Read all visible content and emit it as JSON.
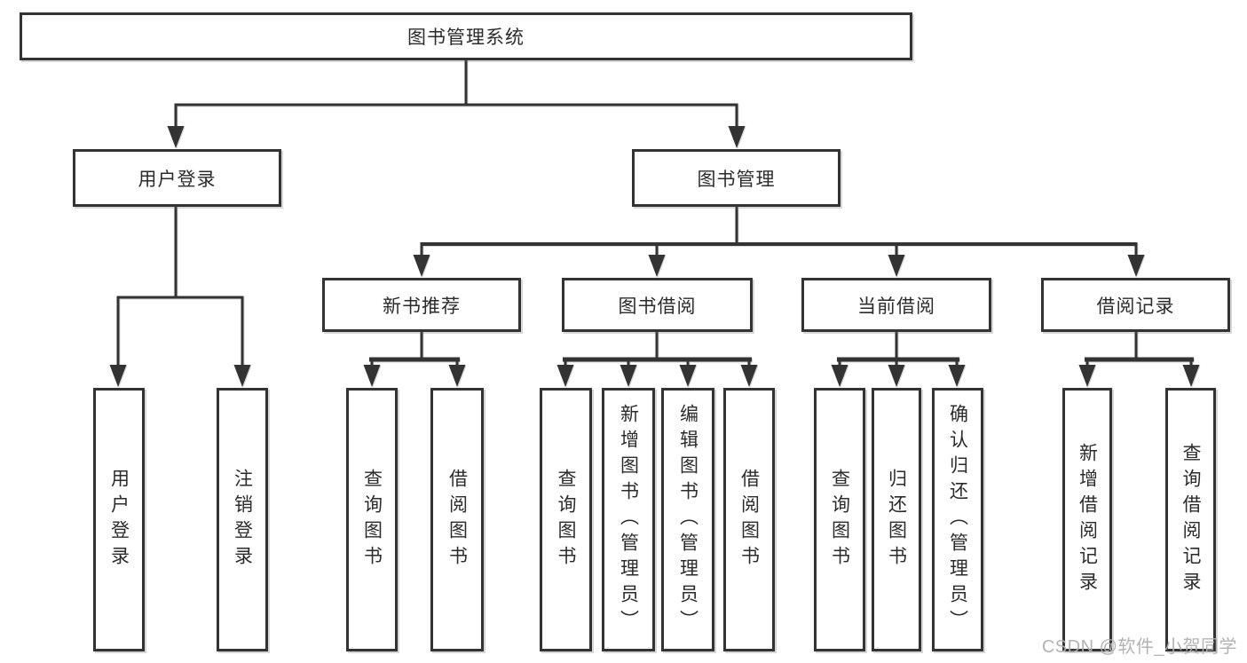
{
  "diagram_title": "图书管理系统",
  "watermark": "CSDN @软件_小贺同学",
  "colors": {
    "line": "#333333",
    "box_border": "#333333",
    "text": "#2b2b2b",
    "background": "#ffffff",
    "watermark": "#afafaf"
  },
  "tree": {
    "root": {
      "label": "图书管理系统"
    },
    "branches": [
      {
        "label": "用户登录",
        "children": [
          {
            "label": "用户登录"
          },
          {
            "label": "注销登录"
          }
        ]
      },
      {
        "label": "图书管理",
        "children": [
          {
            "label": "新书推荐",
            "children": [
              {
                "label": "查询图书"
              },
              {
                "label": "借阅图书"
              }
            ]
          },
          {
            "label": "图书借阅",
            "children": [
              {
                "label": "查询图书"
              },
              {
                "label": "新增图书（管理员）"
              },
              {
                "label": "编辑图书（管理员）"
              },
              {
                "label": "借阅图书"
              }
            ]
          },
          {
            "label": "当前借阅",
            "children": [
              {
                "label": "查询图书"
              },
              {
                "label": "归还图书"
              },
              {
                "label": "确认归还（管理员）"
              }
            ]
          },
          {
            "label": "借阅记录",
            "children": [
              {
                "label": "新增借阅记录"
              },
              {
                "label": "查询借阅记录"
              }
            ]
          }
        ]
      }
    ]
  }
}
